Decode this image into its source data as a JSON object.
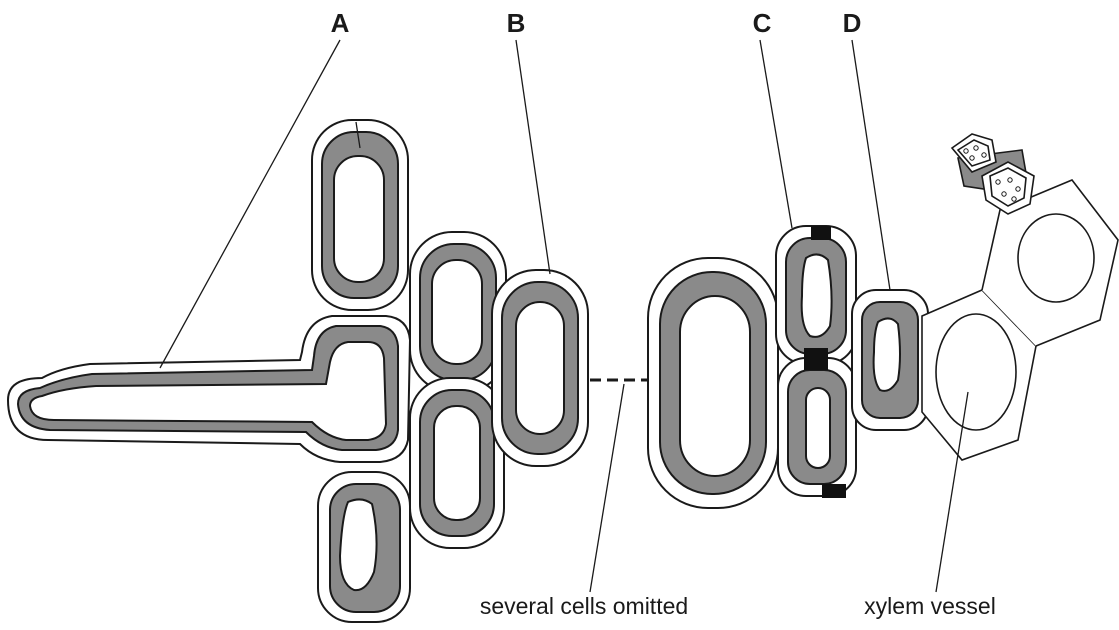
{
  "labels": {
    "a": "A",
    "b": "B",
    "c": "C",
    "d": "D",
    "omitted": "several cells omitted",
    "xylem": "xylem vessel"
  },
  "colors": {
    "wall": "#8a8a8a",
    "outline": "#1a1a1a",
    "casparian_strip": "#111111"
  }
}
